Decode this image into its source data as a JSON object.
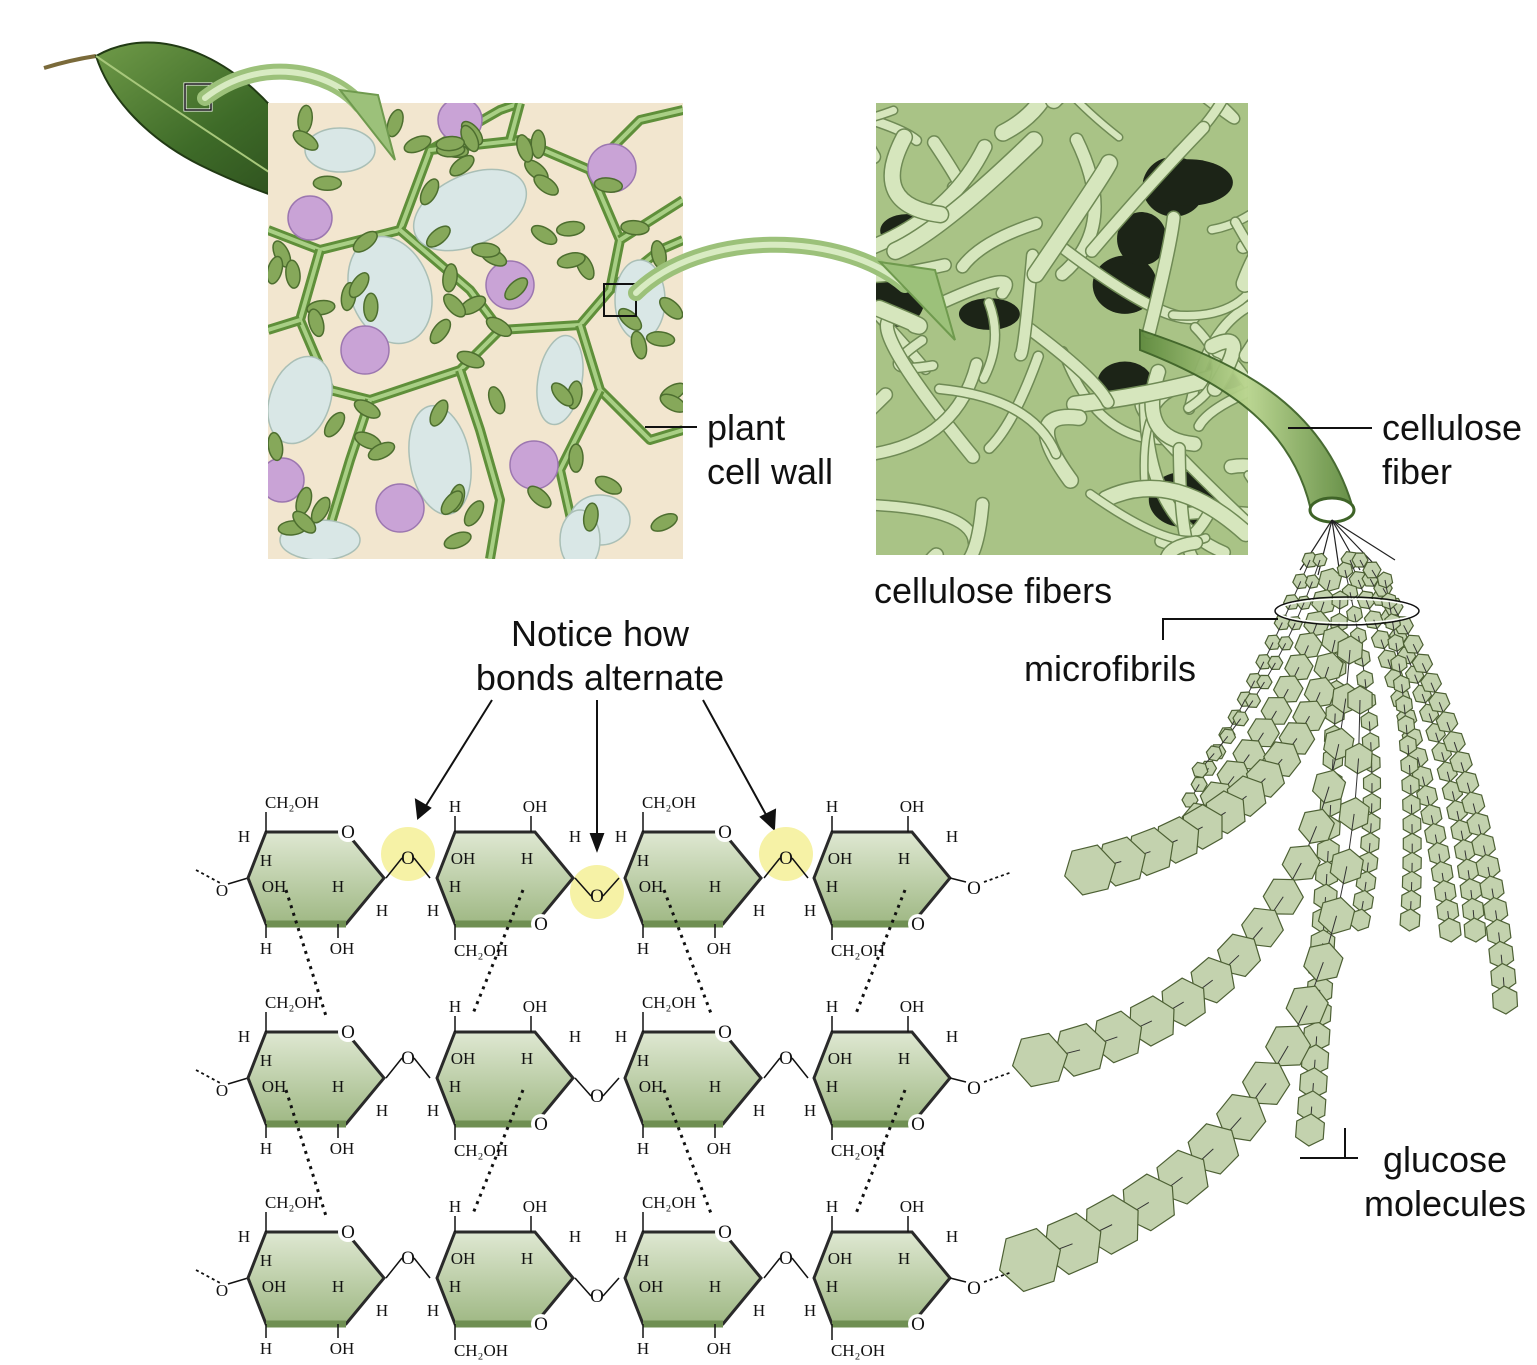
{
  "figure": {
    "labels": {
      "cell_wall": [
        "plant",
        "cell wall"
      ],
      "fibers_photo": "cellulose fibers",
      "fiber": [
        "cellulose",
        "fiber"
      ],
      "microfibrils": "microfibrils",
      "notice": [
        "Notice how",
        "bonds alternate"
      ],
      "glucose": [
        "glucose",
        "molecules"
      ]
    },
    "atoms": {
      "ch2oh": "CH₂OH",
      "oh": "OH",
      "h": "H",
      "o": "O"
    },
    "chain": {
      "rows": 3,
      "rings_per_row": 4,
      "alternating": [
        "up",
        "down",
        "up",
        "down"
      ],
      "highlight_bridges_row": 0
    },
    "colors": {
      "ring_fill": "#c3d2ae",
      "ring_edge": "#6f8f52",
      "highlight": "#f6f2a6",
      "leaf": "#3f6a2a",
      "cell_bg": "#f2e6cf",
      "cell_wall": "#79a84f",
      "chloroplast": "#86a85a",
      "nucleus": "#c9a3d6",
      "vacuole": "#d9e7e6",
      "fiber_photo": "#b9cf96",
      "arrow": "#9cc17a"
    }
  }
}
